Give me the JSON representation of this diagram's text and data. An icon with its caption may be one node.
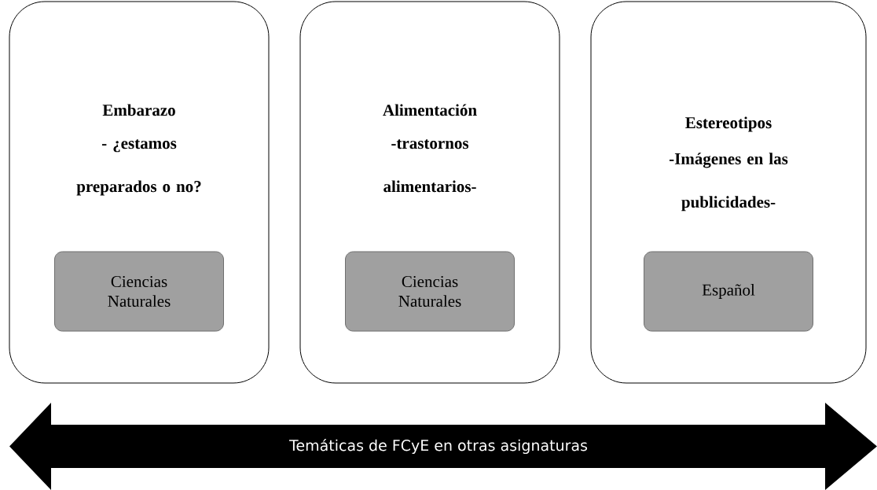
{
  "diagram": {
    "nodes": [
      {
        "text": [
          "Embarazo",
          "- ¿estamos preparados o no?"
        ]
      },
      {
        "text": [
          "Ciencias Naturales"
        ],
        "in": 0
      },
      {
        "text": [
          "Alimentación",
          "-trastornos alimentarios-"
        ]
      },
      {
        "text": [
          "Ciencias Naturales"
        ],
        "in": 2
      },
      {
        "text": [
          "Estereotipos",
          "-Imágenes en las publicidades-"
        ]
      },
      {
        "text": [
          "Español"
        ],
        "in": 4
      },
      {
        "text": [
          "Temáticas de FCyE en otras asignaturas"
        ]
      }
    ]
  }
}
